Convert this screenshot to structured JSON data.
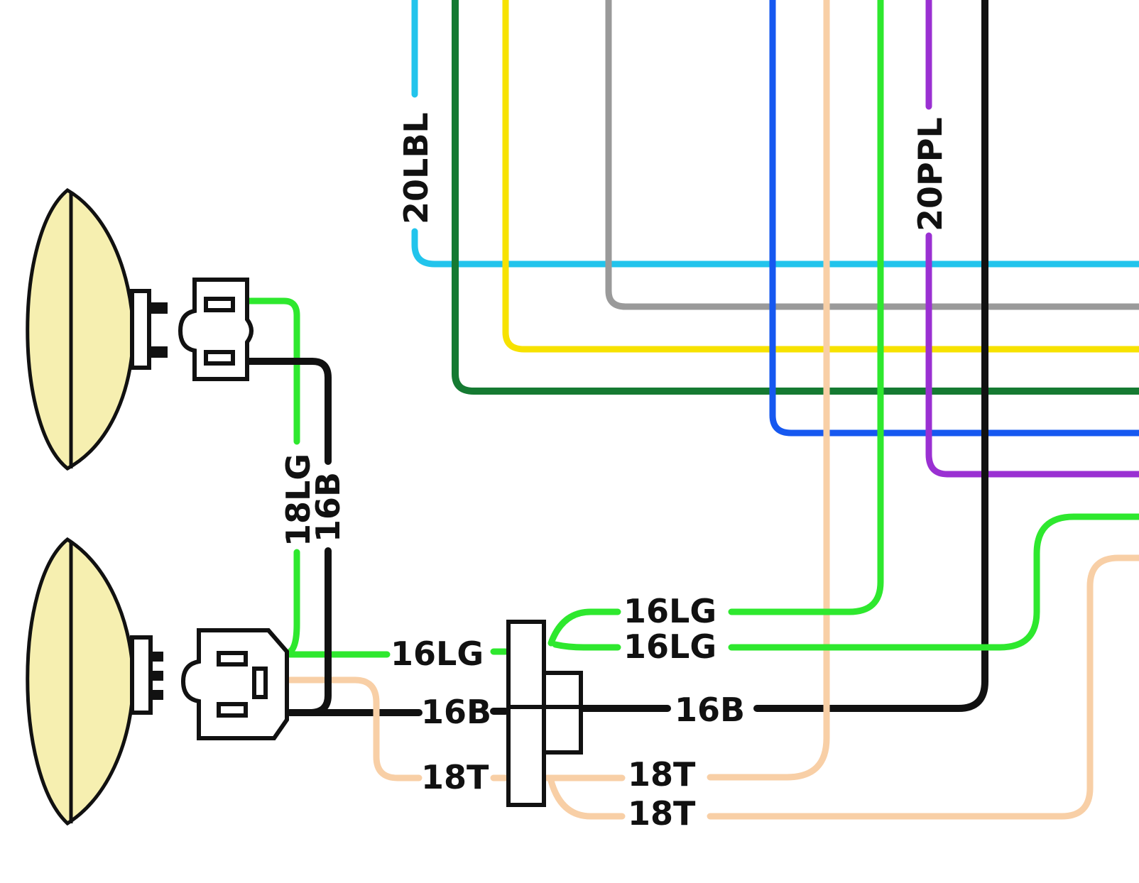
{
  "wire_colors": {
    "light_blue": "#22c4ec",
    "dark_green": "#157a32",
    "yellow": "#f7e200",
    "gray": "#9a9a9a",
    "blue": "#1658f0",
    "tan": "#f8cfa6",
    "light_green": "#2ee82e",
    "purple": "#9a30d2",
    "black": "#111111"
  },
  "lamp_color": "#f6efb0",
  "labels": {
    "lbl_20lbl": "20LBL",
    "lbl_20ppl": "20PPL",
    "lbl_18lg": "18LG",
    "lbl_16b_vertical": "16B",
    "lbl_16lg_left": "16LG",
    "lbl_16b_left": "16B",
    "lbl_18t_left": "18T",
    "lbl_16lg_right_top": "16LG",
    "lbl_16lg_right_bottom": "16LG",
    "lbl_16b_right": "16B",
    "lbl_18t_right_top": "18T",
    "lbl_18t_right_bottom": "18T"
  },
  "components": {
    "upper_headlamp": "headlamp",
    "lower_headlamp": "headlamp",
    "upper_connector": "two-pin plug",
    "lower_connector": "three-pin plug",
    "junction_block": "splice block"
  }
}
